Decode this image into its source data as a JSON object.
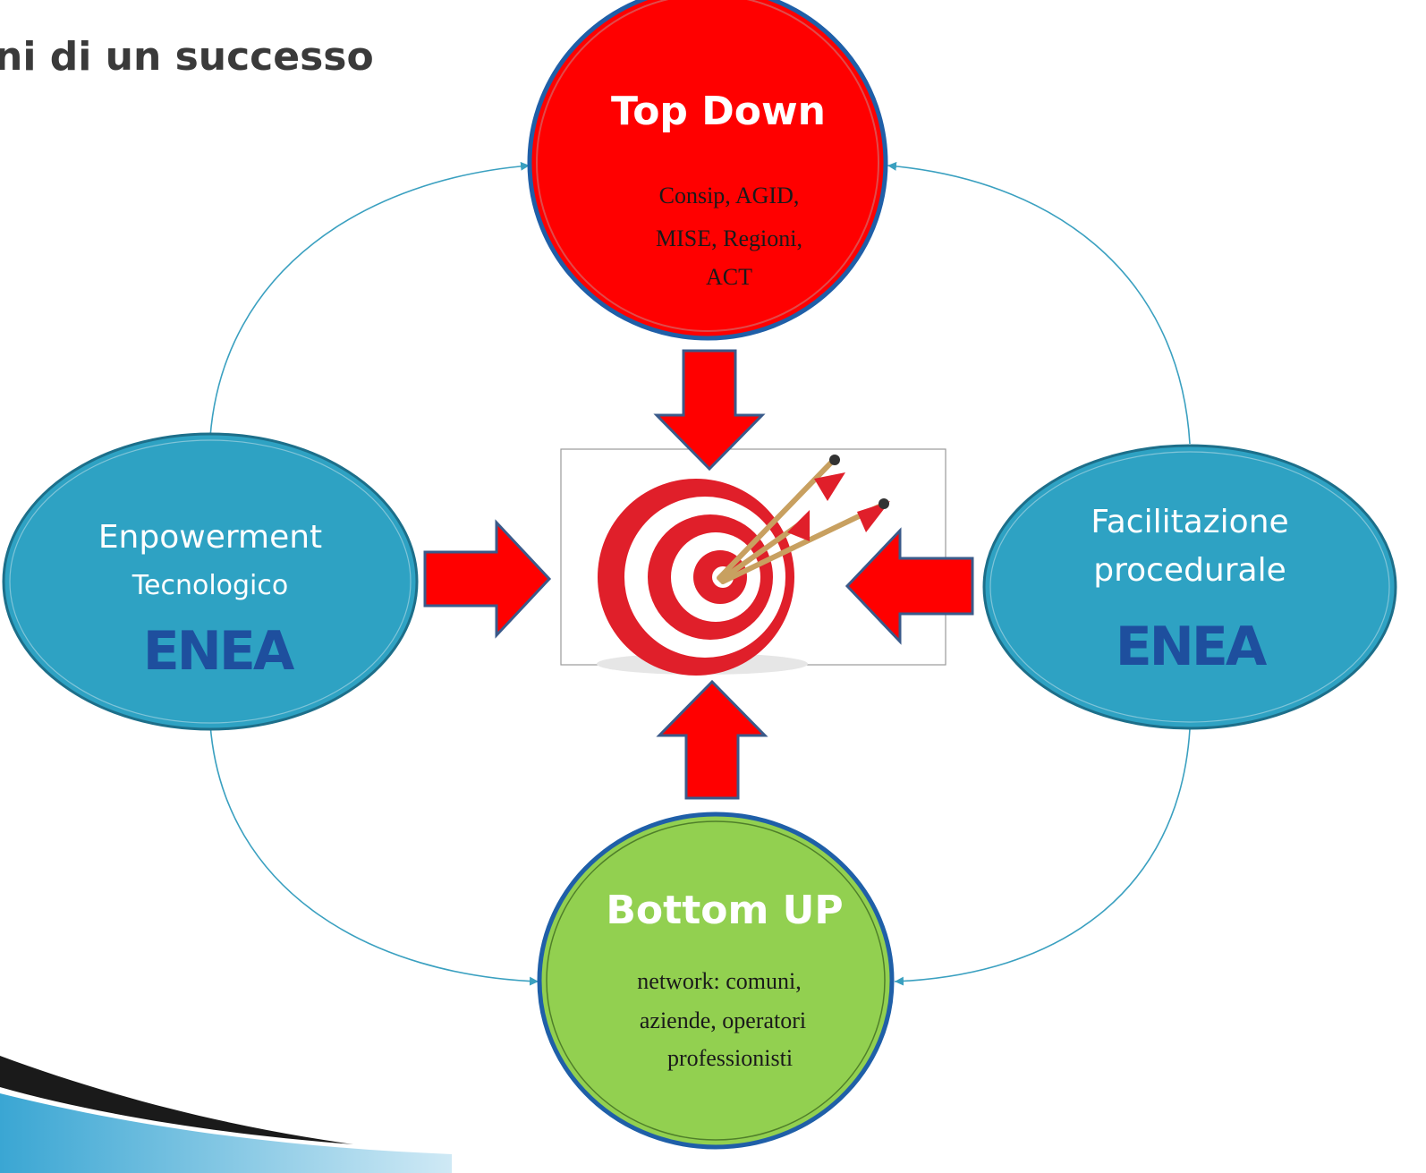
{
  "title": "ni di un successo",
  "nodes": {
    "top": {
      "heading": "Top Down",
      "lines": [
        "Consip, AGID,",
        "MISE, Regioni,",
        "ACT"
      ],
      "fill": "#ff0000",
      "border": "#1f5fa8"
    },
    "bottom": {
      "heading": "Bottom UP",
      "lines": [
        "network: comuni,",
        "aziende, operatori",
        "professionisti"
      ],
      "fill": "#92d050",
      "border": "#1f5fa8"
    },
    "left": {
      "lines": [
        "Enpowerment",
        "Tecnologico"
      ],
      "logo": "ENEA",
      "fill": "#2ea2c3",
      "border": "#1d6f8a"
    },
    "right": {
      "lines": [
        "Facilitazione",
        "procedurale"
      ],
      "logo": "ENEA",
      "fill": "#2ea2c3",
      "border": "#1d6f8a"
    }
  },
  "center": {
    "image": "target-with-arrows-icon"
  },
  "colors": {
    "arrow": "#ff0000",
    "arrow_border": "#3a5a8a",
    "connector": "#3aa0c0",
    "logo": "#1e4f9e"
  }
}
